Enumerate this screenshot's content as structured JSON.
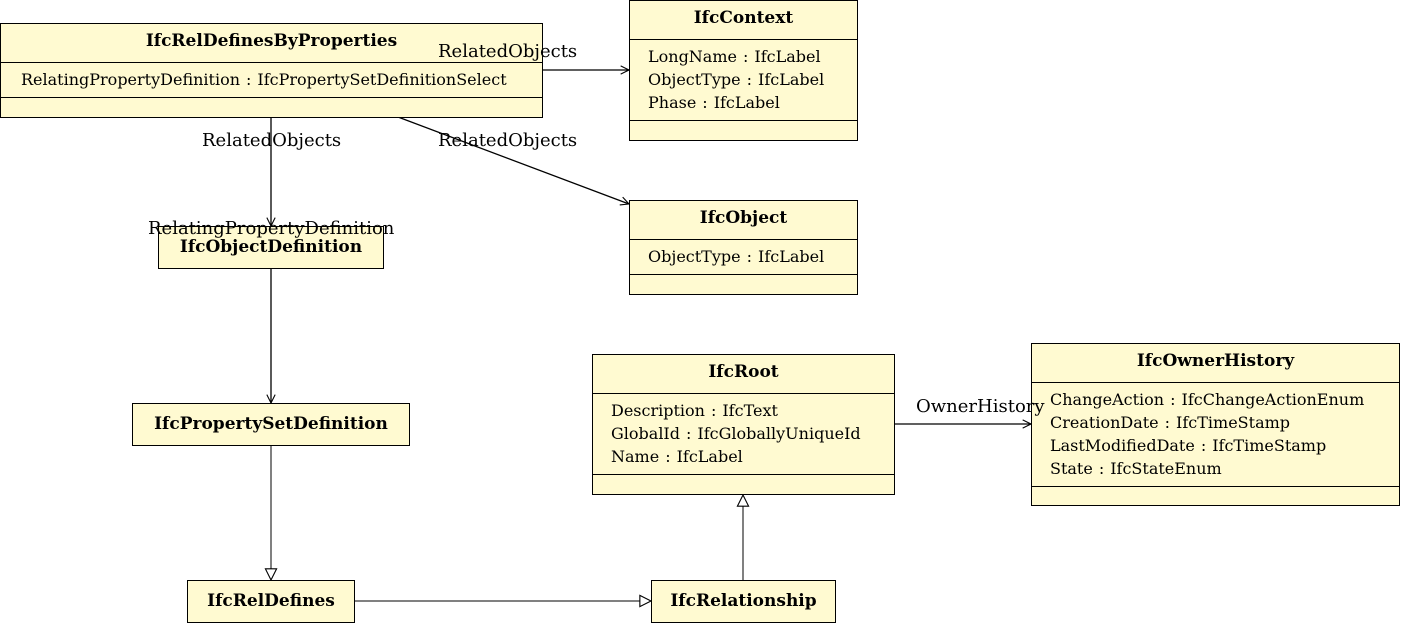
{
  "classes": {
    "rel_defines_by_properties": {
      "name": "IfcRelDefinesByProperties",
      "attributes": [
        {
          "name": "RelatingPropertyDefinition",
          "type": "IfcPropertySetDefinitionSelect"
        }
      ]
    },
    "context": {
      "name": "IfcContext",
      "attributes": [
        {
          "name": "LongName",
          "type": "IfcLabel"
        },
        {
          "name": "ObjectType",
          "type": "IfcLabel"
        },
        {
          "name": "Phase",
          "type": "IfcLabel"
        }
      ]
    },
    "object": {
      "name": "IfcObject",
      "attributes": [
        {
          "name": "ObjectType",
          "type": "IfcLabel"
        }
      ]
    },
    "object_definition": {
      "name": "IfcObjectDefinition"
    },
    "property_set_definition": {
      "name": "IfcPropertySetDefinition"
    },
    "root": {
      "name": "IfcRoot",
      "attributes": [
        {
          "name": "Description",
          "type": "IfcText"
        },
        {
          "name": "GlobalId",
          "type": "IfcGloballyUniqueId"
        },
        {
          "name": "Name",
          "type": "IfcLabel"
        }
      ]
    },
    "owner_history": {
      "name": "IfcOwnerHistory",
      "attributes": [
        {
          "name": "ChangeAction",
          "type": "IfcChangeActionEnum"
        },
        {
          "name": "CreationDate",
          "type": "IfcTimeStamp"
        },
        {
          "name": "LastModifiedDate",
          "type": "IfcTimeStamp"
        },
        {
          "name": "State",
          "type": "IfcStateEnum"
        }
      ]
    },
    "rel_defines": {
      "name": "IfcRelDefines"
    },
    "relationship": {
      "name": "IfcRelationship"
    }
  },
  "edge_labels": {
    "related_objects_context": "RelatedObjects",
    "related_objects_object_definition": "RelatedObjects",
    "related_objects_object": "RelatedObjects",
    "relating_property_definition": "RelatingPropertyDefinition",
    "owner_history": "OwnerHistory"
  },
  "colors": {
    "class_fill": "#fffad1",
    "line": "#000000"
  }
}
